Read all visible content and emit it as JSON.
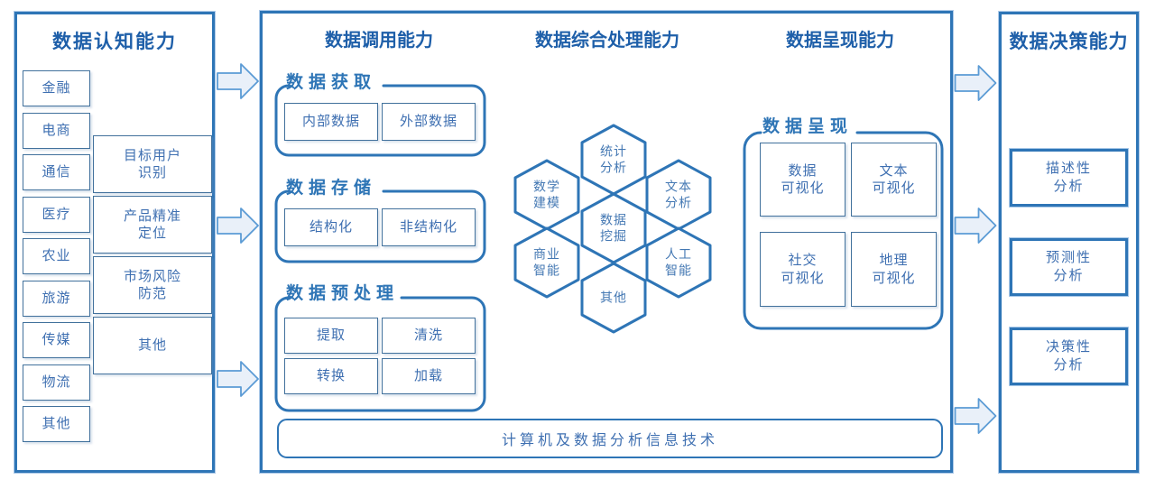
{
  "colors": {
    "panel_border": "#2E75B6",
    "title_text": "#1E5FA9",
    "box_text": "#3E6FB1",
    "section_label_text": "#2E75B6",
    "arrow_fill": "#E9F0F9",
    "arrow_stroke": "#5B9BD5"
  },
  "panels": {
    "cognition": {
      "title": "数据认知能力",
      "industries": [
        "金融",
        "电商",
        "通信",
        "医疗",
        "农业",
        "旅游",
        "传媒",
        "物流",
        "其他"
      ],
      "applications": [
        "目标用户\n识别",
        "产品精准\n定位",
        "市场风险\n防范",
        "其他"
      ]
    },
    "invocation": {
      "title": "数据调用能力",
      "acquisition": {
        "label": "数据获取",
        "items": [
          "内部数据",
          "外部数据"
        ]
      },
      "storage": {
        "label": "数据存储",
        "items": [
          "结构化",
          "非结构化"
        ]
      },
      "preprocessing": {
        "label": "数据预处理",
        "items": [
          "提取",
          "清洗",
          "转换",
          "加载"
        ]
      }
    },
    "processing": {
      "title": "数据综合处理能力",
      "hexagons": [
        "统计\n分析",
        "数学\n建模",
        "文本\n分析",
        "数据\n挖掘",
        "商业\n智能",
        "人工\n智能",
        "其他"
      ]
    },
    "presentation": {
      "title": "数据呈现能力",
      "section": {
        "label": "数据呈现",
        "items": [
          "数据\n可视化",
          "文本\n可视化",
          "社交\n可视化",
          "地理\n可视化"
        ]
      }
    },
    "decision": {
      "title": "数据决策能力",
      "items": [
        "描述性\n分析",
        "预测性\n分析",
        "决策性\n分析"
      ]
    },
    "foundation": {
      "label": "计算机及数据分析信息技术"
    }
  }
}
